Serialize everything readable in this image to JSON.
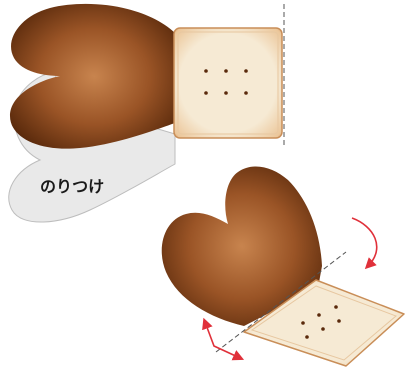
{
  "labels": {
    "glue_tab": "のりつけ"
  },
  "colors": {
    "wing_dark": "#5a2a0c",
    "wing_mid": "#9a5426",
    "wing_light": "#c8844e",
    "tab_fill": "#e9e9e9",
    "tab_stroke": "#bdbdbd",
    "tile_fill": "#f6ead4",
    "tile_edge": "#c98e58",
    "dot": "#5a2a0c",
    "fold_line": "#555555",
    "arrow": "#e0303a"
  },
  "icons": {
    "rotate_arrow": "curved-arrow-clockwise",
    "move_arrow": "double-headed-arrow"
  }
}
